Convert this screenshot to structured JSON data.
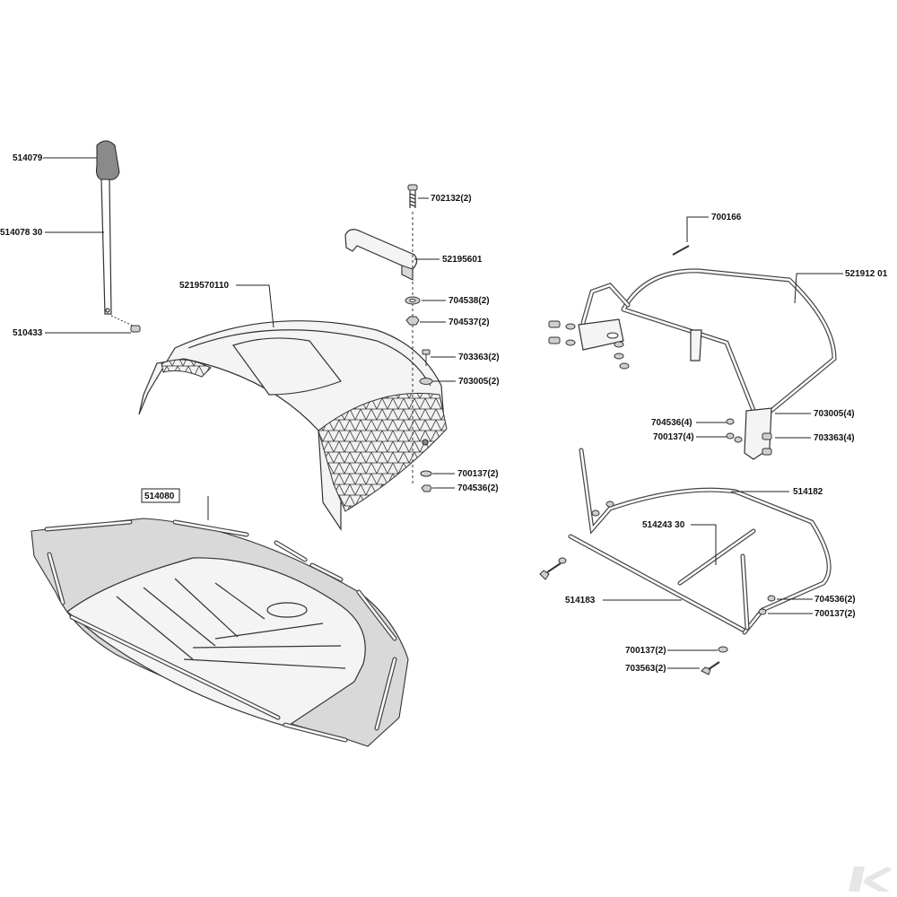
{
  "diagram": {
    "labels": {
      "l_514079": "514079",
      "l_514078": "514078 30",
      "l_510433": "510433",
      "l_702132": "702132(2)",
      "l_52195601": "52195601",
      "l_5219570110": "5219570110",
      "l_704538": "704538(2)",
      "l_704537": "704537(2)",
      "l_703363a": "703363(2)",
      "l_703005a": "703005(2)",
      "l_700137a": "700137(2)",
      "l_704536a": "704536(2)",
      "l_514080": "514080",
      "l_700166": "700166",
      "l_521912": "521912 01",
      "l_704536b": "704536(4)",
      "l_700137b": "700137(4)",
      "l_703005b": "703005(4)",
      "l_703363b": "703363(4)",
      "l_514182": "514182",
      "l_514243": "514243 30",
      "l_514183": "514183",
      "l_704536c": "704536(2)",
      "l_700137c": "700137(2)",
      "l_700137d": "700137(2)",
      "l_703563": "703563(2)"
    },
    "logo_icon": "k-brand-logo",
    "colors": {
      "ink": "#222222",
      "panel": "#d9d9d9",
      "dark": "#8a8a8a"
    }
  }
}
